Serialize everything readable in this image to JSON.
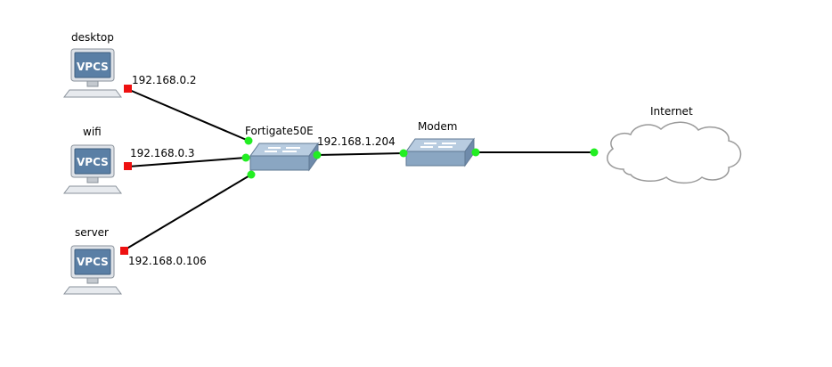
{
  "colors": {
    "link": "#000000",
    "port_up": "#22ee22",
    "port_down": "#ee1111",
    "switch_top": "#b8cce0",
    "switch_side": "#7d97b4",
    "screen": "#5a7fa5",
    "cloud_stroke": "#9a9a9a"
  },
  "nodes": {
    "desktop": {
      "label": "desktop",
      "badge": "VPCS",
      "icon": "computer-icon"
    },
    "wifi": {
      "label": "wifi",
      "badge": "VPCS",
      "icon": "computer-icon"
    },
    "server": {
      "label": "server",
      "badge": "VPCS",
      "icon": "computer-icon"
    },
    "fortigate": {
      "label": "Fortigate50E",
      "icon": "switch-icon"
    },
    "modem": {
      "label": "Modem",
      "icon": "switch-icon"
    },
    "internet": {
      "label": "Internet",
      "icon": "cloud-icon"
    }
  },
  "links": [
    {
      "from": "desktop",
      "to": "Fortigate50E",
      "address": "192.168.0.2",
      "source_port_status": "down",
      "target_port_status": "up"
    },
    {
      "from": "wifi",
      "to": "Fortigate50E",
      "address": "192.168.0.3",
      "source_port_status": "down",
      "target_port_status": "up"
    },
    {
      "from": "server",
      "to": "Fortigate50E",
      "address": "192.168.0.106",
      "source_port_status": "down",
      "target_port_status": "up"
    },
    {
      "from": "Fortigate50E",
      "to": "Modem",
      "address": "192.168.1.204",
      "source_port_status": "up",
      "target_port_status": "up"
    },
    {
      "from": "Modem",
      "to": "Internet",
      "address": "",
      "source_port_status": "up",
      "target_port_status": "up"
    }
  ]
}
